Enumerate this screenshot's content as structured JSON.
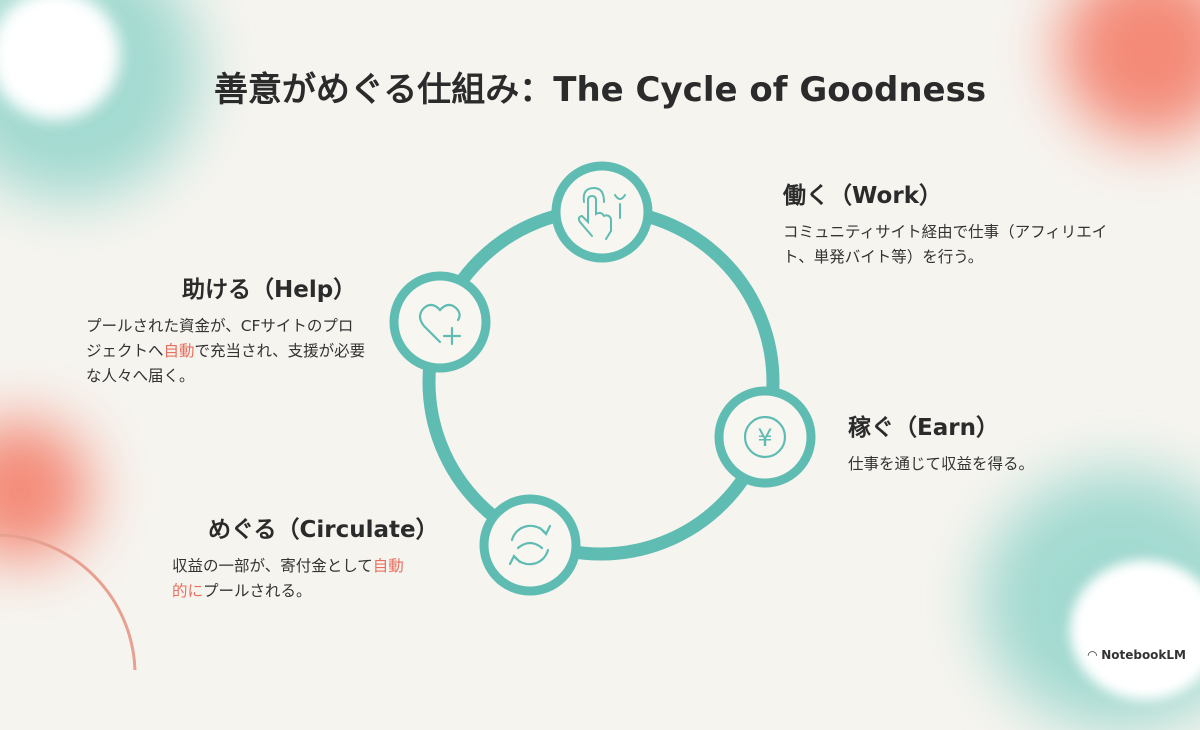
{
  "title": "善意がめぐる仕組み：The Cycle of Goodness",
  "colors": {
    "teal": "#5fbcb2",
    "coral": "#f07b68",
    "background": "#f6f4ef"
  },
  "steps": {
    "work": {
      "heading": "働く（Work）",
      "text": "コミュニティサイト経由で仕事（アフィリエイト、単発バイト等）を行う。",
      "icon": "hand-wrench-icon"
    },
    "earn": {
      "heading": "稼ぐ（Earn）",
      "text": "仕事を通じて収益を得る。",
      "icon": "yen-coin-icon"
    },
    "circulate": {
      "heading": "めぐる（Circulate）",
      "text_a": "収益の一部が、寄付金として",
      "text_hl1": "自動",
      "text_hl2": "的に",
      "text_b": "プールされる。",
      "icon": "recycle-arrows-icon"
    },
    "help": {
      "heading": "助ける（Help）",
      "text_a": "プールされた資金が、CFサイトのプロジェクトへ",
      "text_hl": "自動",
      "text_b": "で充当され、支援が必要な人々へ届く。",
      "icon": "heart-plus-icon"
    }
  },
  "footer": {
    "logo": "NotebookLM"
  }
}
